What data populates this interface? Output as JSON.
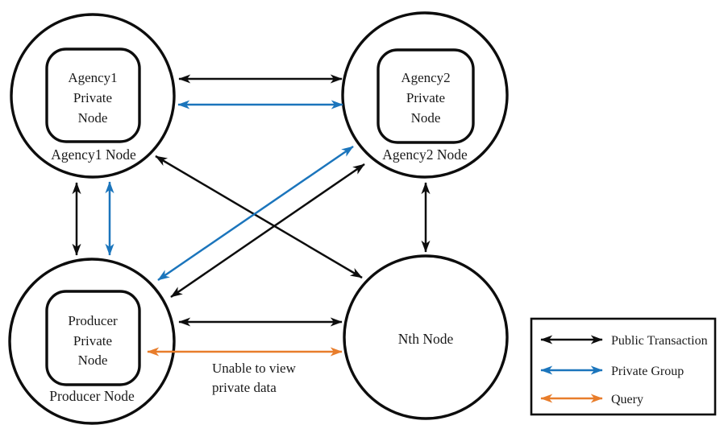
{
  "colors": {
    "public_transaction": "#0d0d0d",
    "private_group": "#1b75bc",
    "query": "#e87d2b",
    "warning_text": "#ee2423"
  },
  "nodes": {
    "agency1": {
      "private": [
        "Agency1",
        "Private",
        "Node"
      ],
      "label": "Agency1 Node"
    },
    "agency2": {
      "private": [
        "Agency2",
        "Private",
        "Node"
      ],
      "label": "Agency2 Node"
    },
    "producer": {
      "private": [
        "Producer",
        "Private",
        "Node"
      ],
      "label": "Producer Node"
    },
    "nth": {
      "label": "Nth Node"
    }
  },
  "annotation": {
    "line1": "Unable to view",
    "line2": "private data"
  },
  "legend": {
    "public_label": "Public Transaction",
    "private_label": "Private Group",
    "query_label": "Query"
  }
}
